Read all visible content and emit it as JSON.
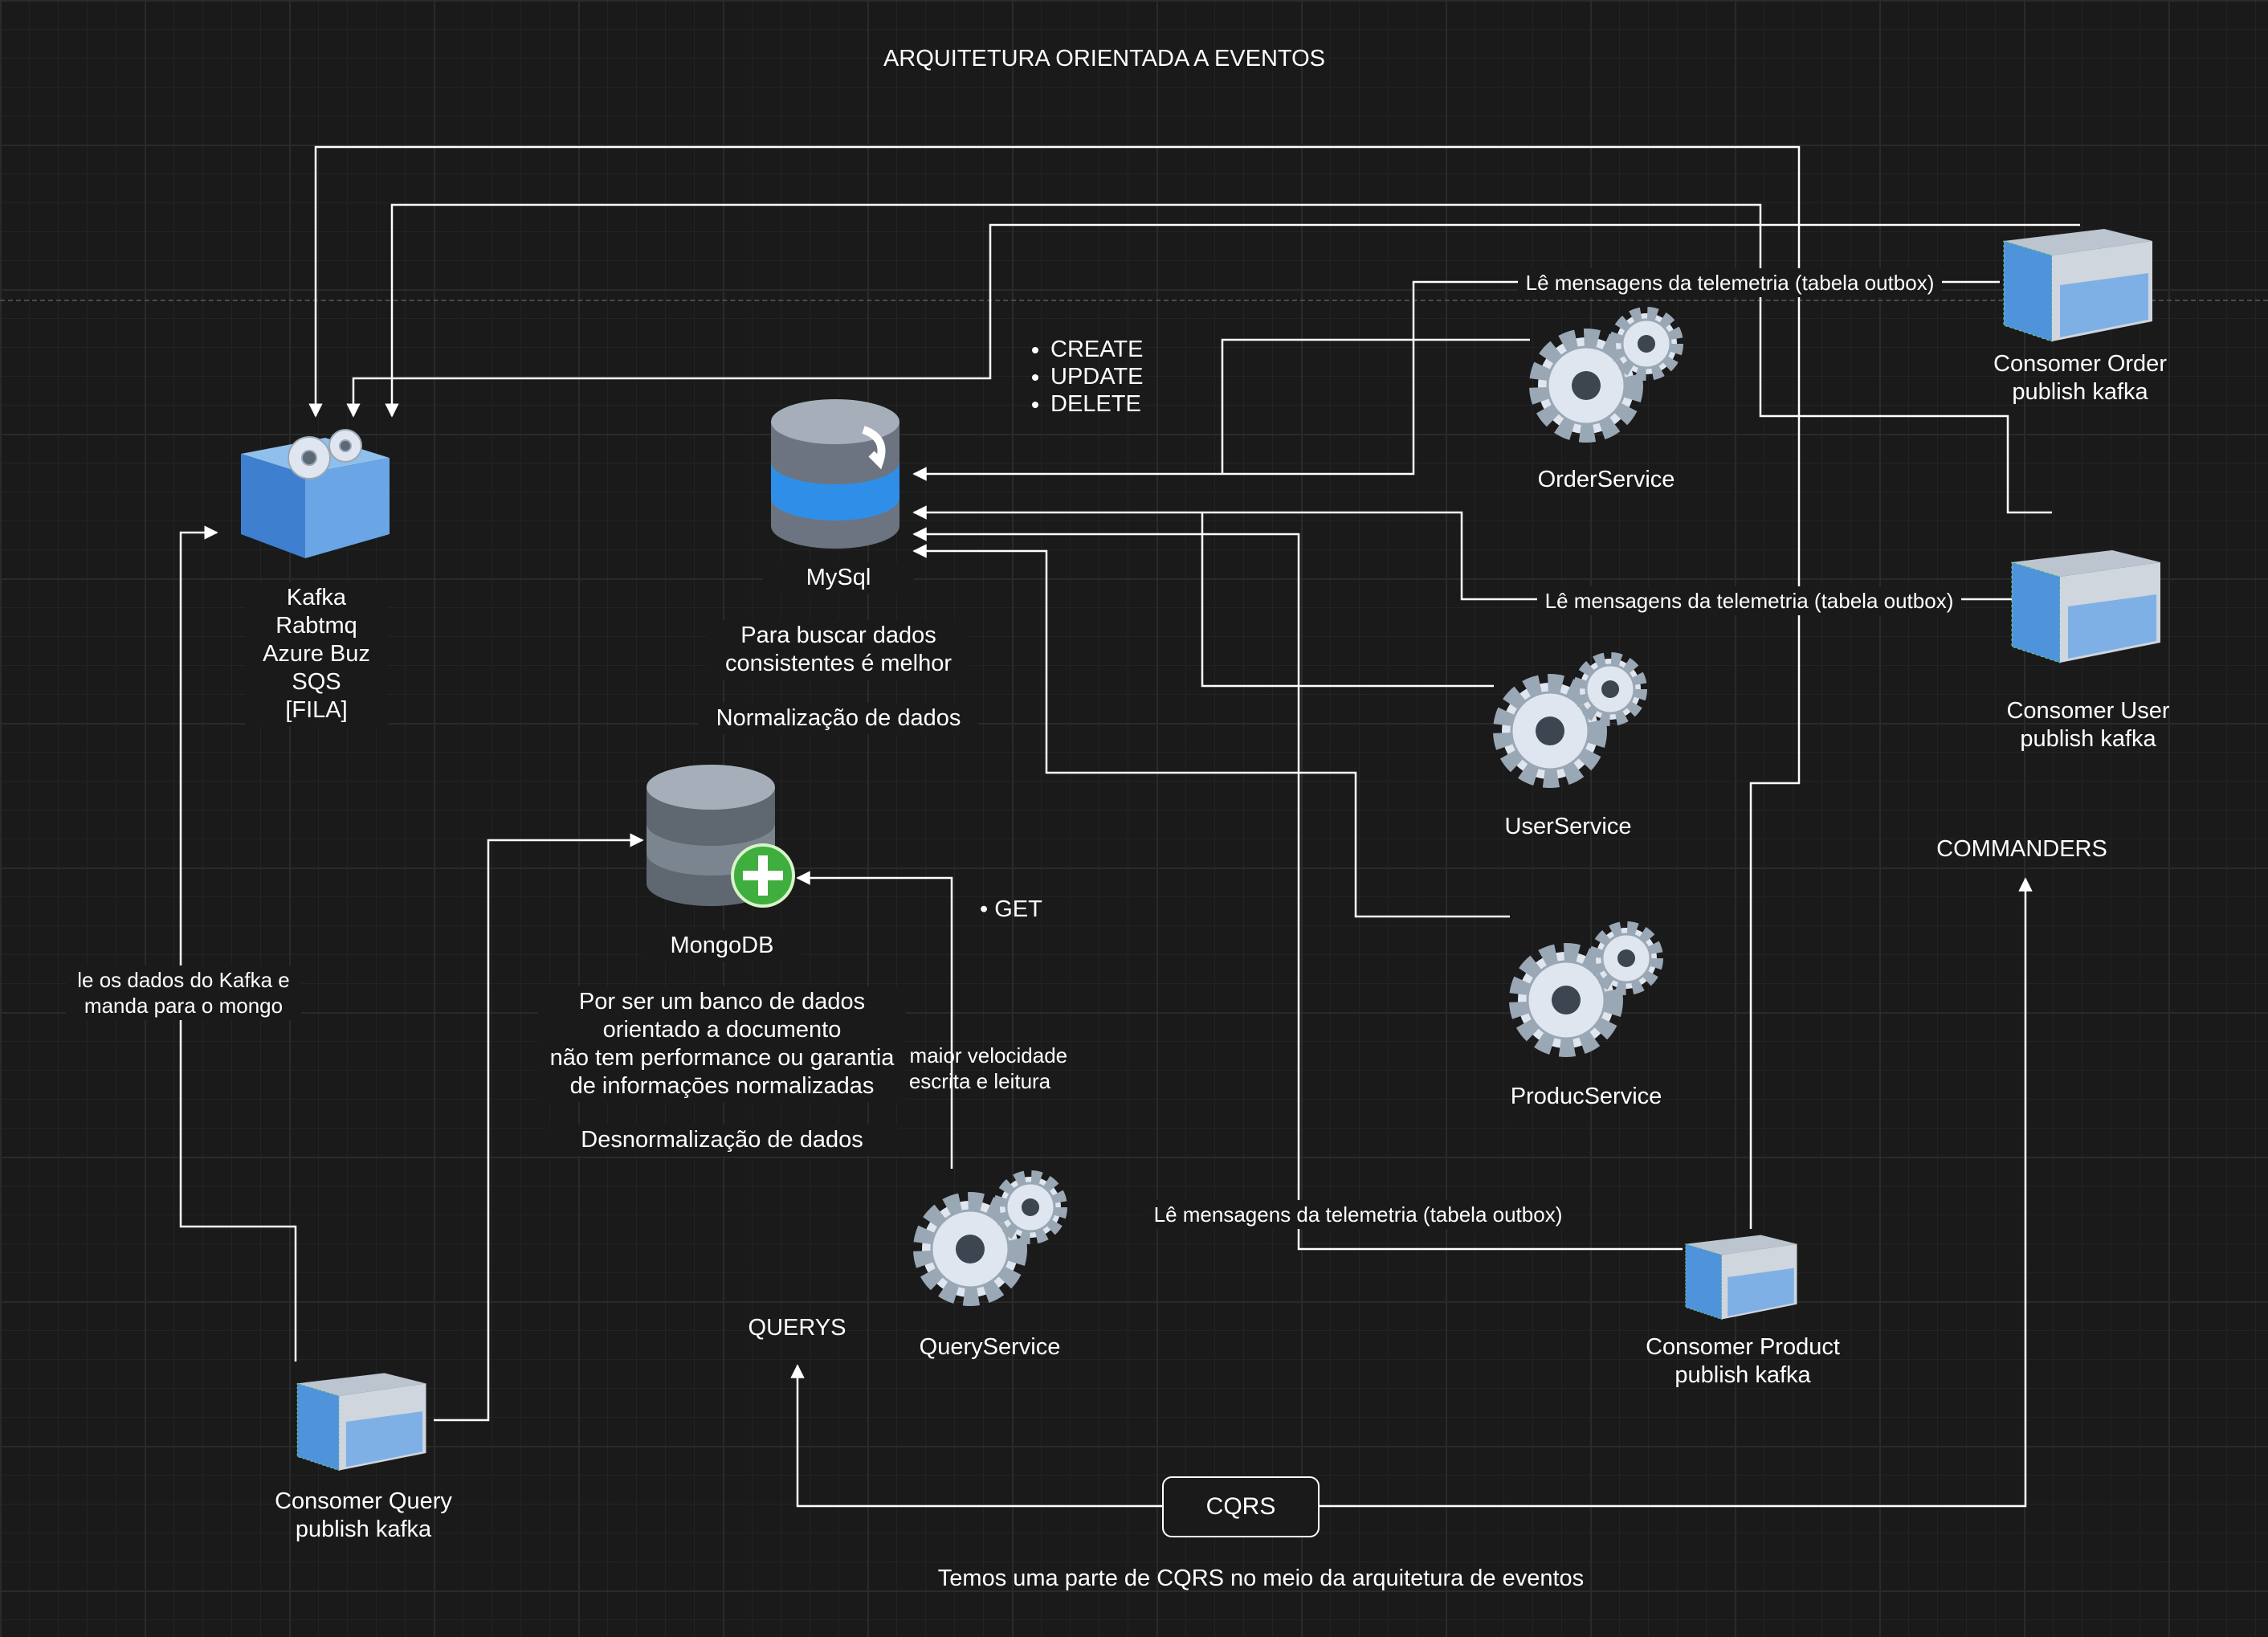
{
  "title": "ARQUITETURA ORIENTADA A EVENTOS",
  "queue": {
    "label": "Kafka\nRabtmq\nAzure Buz\nSQS\n[FILA]"
  },
  "mysql": {
    "label": "MySql",
    "note": "Para buscar dados\nconsistentes é melhor",
    "normalization": "Normalização de dados"
  },
  "operations": [
    "CREATE",
    "UPDATE",
    "DELETE"
  ],
  "mongodb": {
    "label": "MongoDB",
    "note": "Por ser um banco de dados\norientado a documento\nnão tem performance ou garantia\nde informaçōes normalizadas",
    "denormalization": "Desnormalização de dados"
  },
  "get_op": "GET",
  "behind_text": "a maior velocidade\nescrita e leitura",
  "services": {
    "order": "OrderService",
    "user": "UserService",
    "product": "ProducService",
    "query": "QueryService"
  },
  "consumers": {
    "order": "Consomer Order\npublish kafka",
    "user": "Consomer User\npublish kafka",
    "product": "Consomer Product\npublish kafka",
    "query": "Consomer Query\npublish kafka"
  },
  "edge_labels": {
    "telemetry_order": "Lê mensagens da telemetria (tabela outbox)",
    "telemetry_user": "Lê mensagens da telemetria (tabela outbox)",
    "telemetry_product": "Lê mensagens da telemetria (tabela outbox)",
    "kafka_to_mongo": "le os dados do Kafka e\nmanda para o mongo"
  },
  "commanders": "COMMANDERS",
  "querys": "QUERYS",
  "cqrs": "CQRS",
  "footer": "Temos uma parte de CQRS no meio da arquitetura de eventos",
  "colors": {
    "background": "#1a1a1a",
    "line": "#ffffff",
    "cube": "#4a90d9",
    "gear": "#dfe6ef"
  }
}
